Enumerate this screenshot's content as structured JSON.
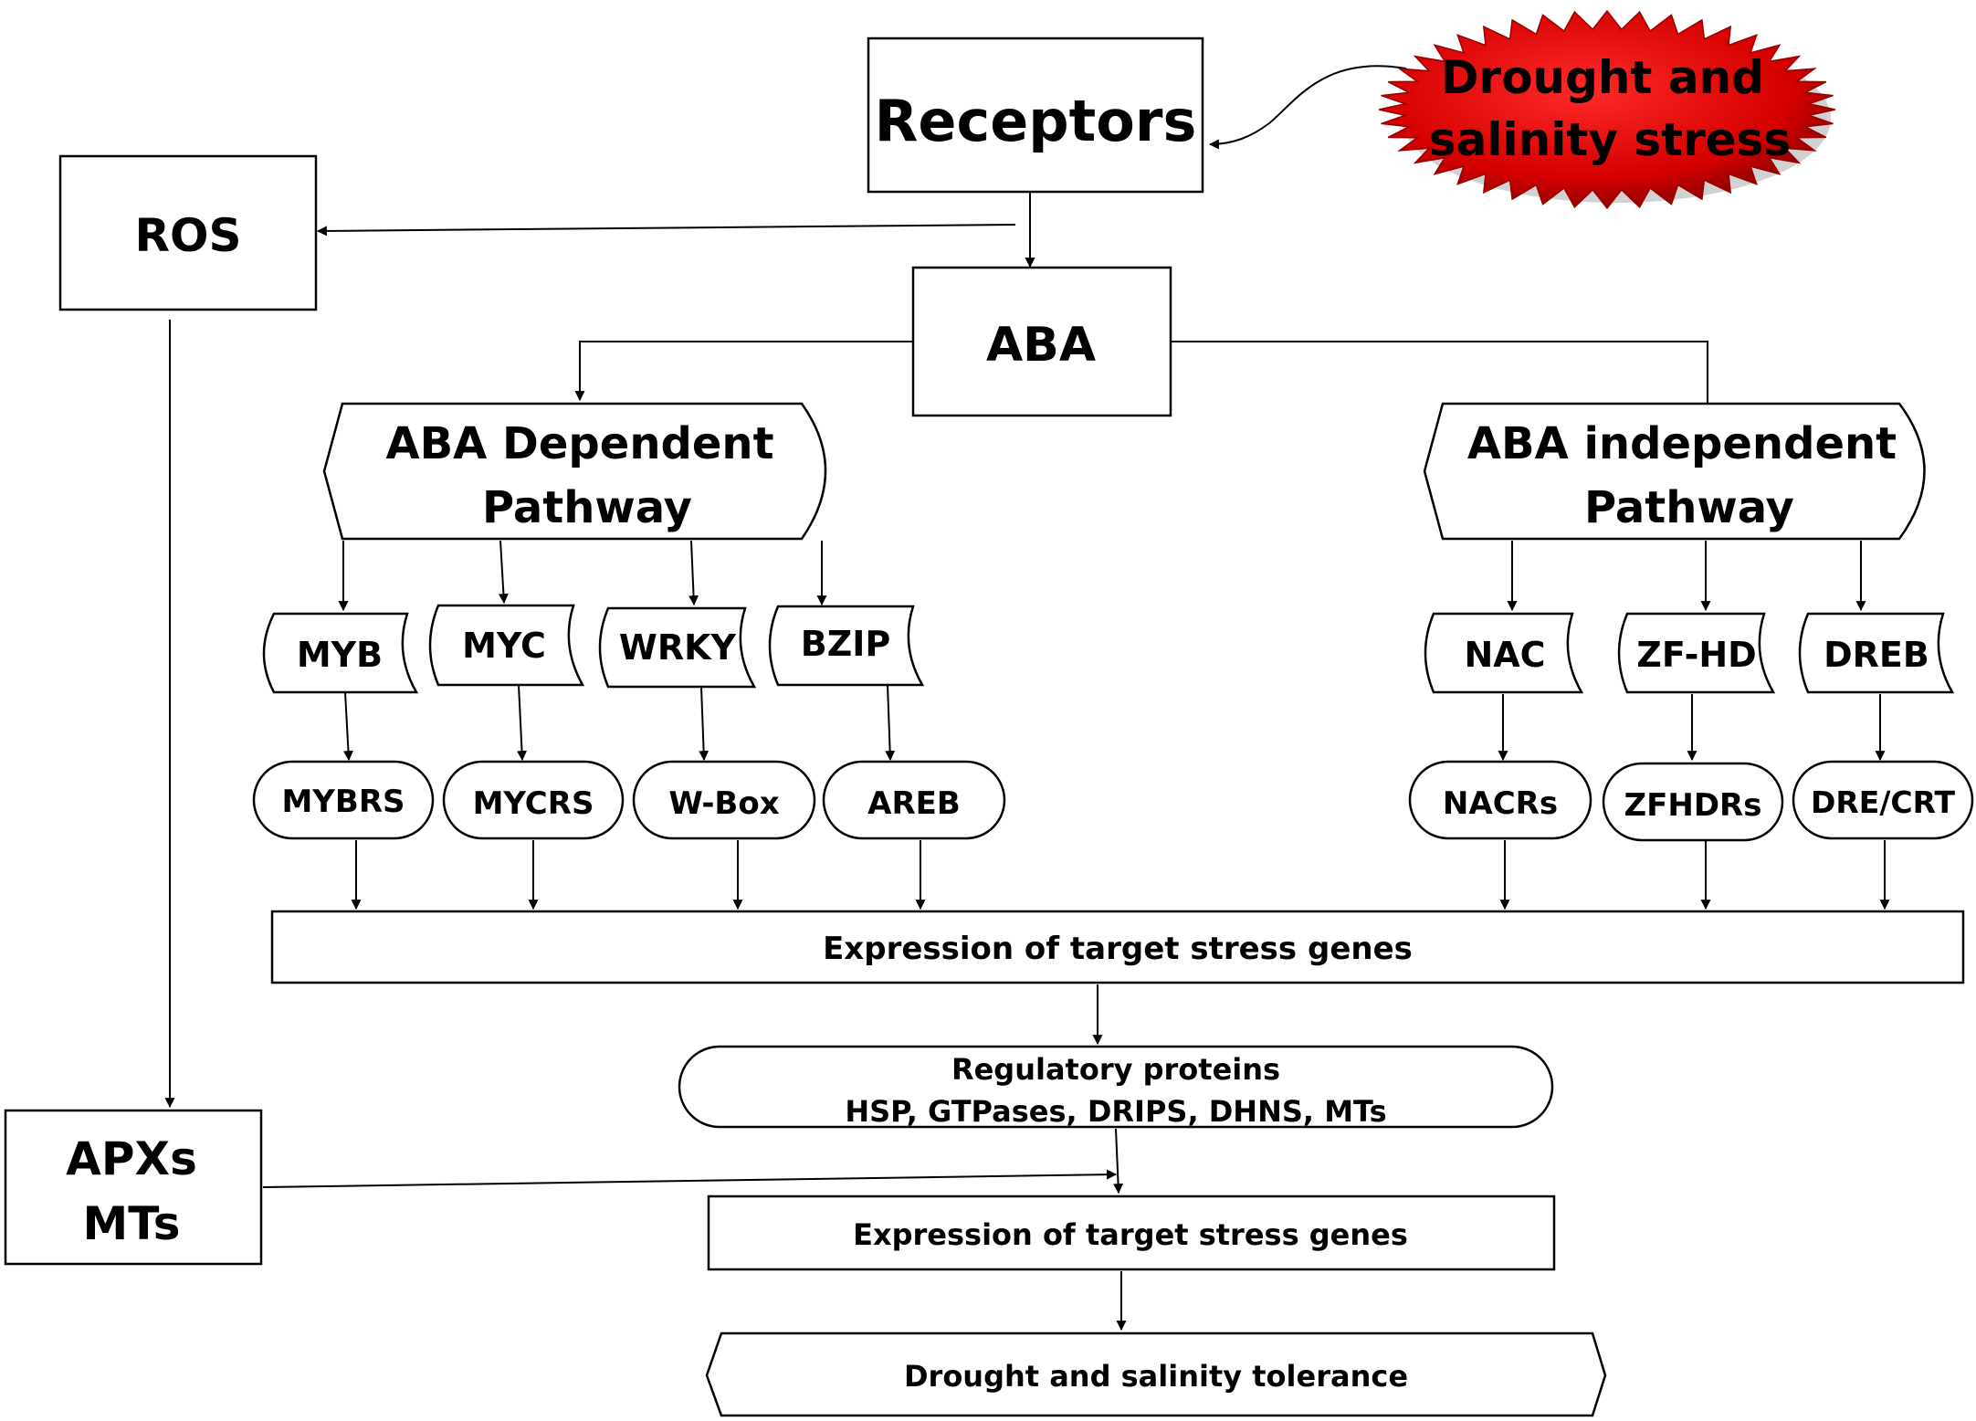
{
  "nodes": {
    "receptors": "Receptors",
    "stress": [
      "Drought and",
      "salinity stress"
    ],
    "ros": "ROS",
    "aba": "ABA",
    "aba_dependent": [
      "ABA Dependent",
      "Pathway"
    ],
    "aba_independent": [
      "ABA independent",
      "Pathway"
    ],
    "tf": {
      "myb": "MYB",
      "myc": "MYC",
      "wrky": "WRKY",
      "bzip": "BZIP",
      "nac": "NAC",
      "zfhd": "ZF-HD",
      "dreb": "DREB"
    },
    "elements": {
      "mybrs": "MYBRS",
      "mycrs": "MYCRS",
      "wbox": "W-Box",
      "areb": "AREB",
      "nacrs": "NACRs",
      "zfhdrs": "ZFHDRs",
      "drecrt": "DRE/CRT"
    },
    "expression_1": "Expression of target stress genes",
    "regulatory": [
      "Regulatory proteins",
      "HSP, GTPases, DRIPS, DHNS, MTs"
    ],
    "apxs": [
      "APXs",
      "MTs"
    ],
    "expression_2": "Expression of target stress genes",
    "tolerance": "Drought and salinity tolerance"
  },
  "colors": {
    "stress_fill": "#dd0000",
    "stress_dark": "#8a0000",
    "stroke": "#000000"
  }
}
